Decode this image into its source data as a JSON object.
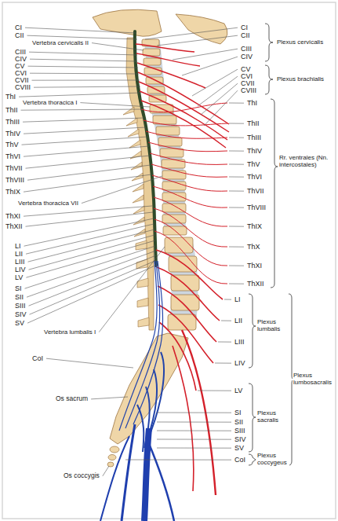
{
  "diagram": {
    "labels": [
      "CI",
      "CII",
      "Vertebra cervicalis II",
      "CIII",
      "CIV",
      "CV",
      "CVI",
      "CVII",
      "CVIII",
      "ThI",
      "Vertebra thoracica I",
      "ThII",
      "ThIII",
      "ThIV",
      "ThV",
      "ThVI",
      "ThVII",
      "ThVIII",
      "ThIX",
      "Vertebra thoracica VII",
      "ThXI",
      "ThXII",
      "LI",
      "LII",
      "LIII",
      "LIV",
      "LV",
      "SI",
      "SII",
      "SIII",
      "SIV",
      "SV",
      "Vertebra lumbalis I",
      "CoI",
      "Os sacrum",
      "Os coccygis",
      "CI",
      "CII",
      "CIII",
      "CIV",
      "Plexus cervicalis",
      "CV",
      "CVI",
      "CVII",
      "CVIII",
      "Plexus brachialis",
      "ThI",
      "ThII",
      "ThIII",
      "ThIV",
      "ThV",
      "ThVI",
      "ThVII",
      "ThVIII",
      "ThIX",
      "ThX",
      "ThXI",
      "ThXII",
      "Rr. ventrales (Nn. intercostales)",
      "LI",
      "LII",
      "LIII",
      "LIV",
      "LV",
      "Plexus lumbalis",
      "SI",
      "SII",
      "SIII",
      "SIV",
      "SV",
      "Plexus sacralis",
      "CoI",
      "Plexus coccygeus",
      "Plexus lumbosacralis"
    ]
  }
}
